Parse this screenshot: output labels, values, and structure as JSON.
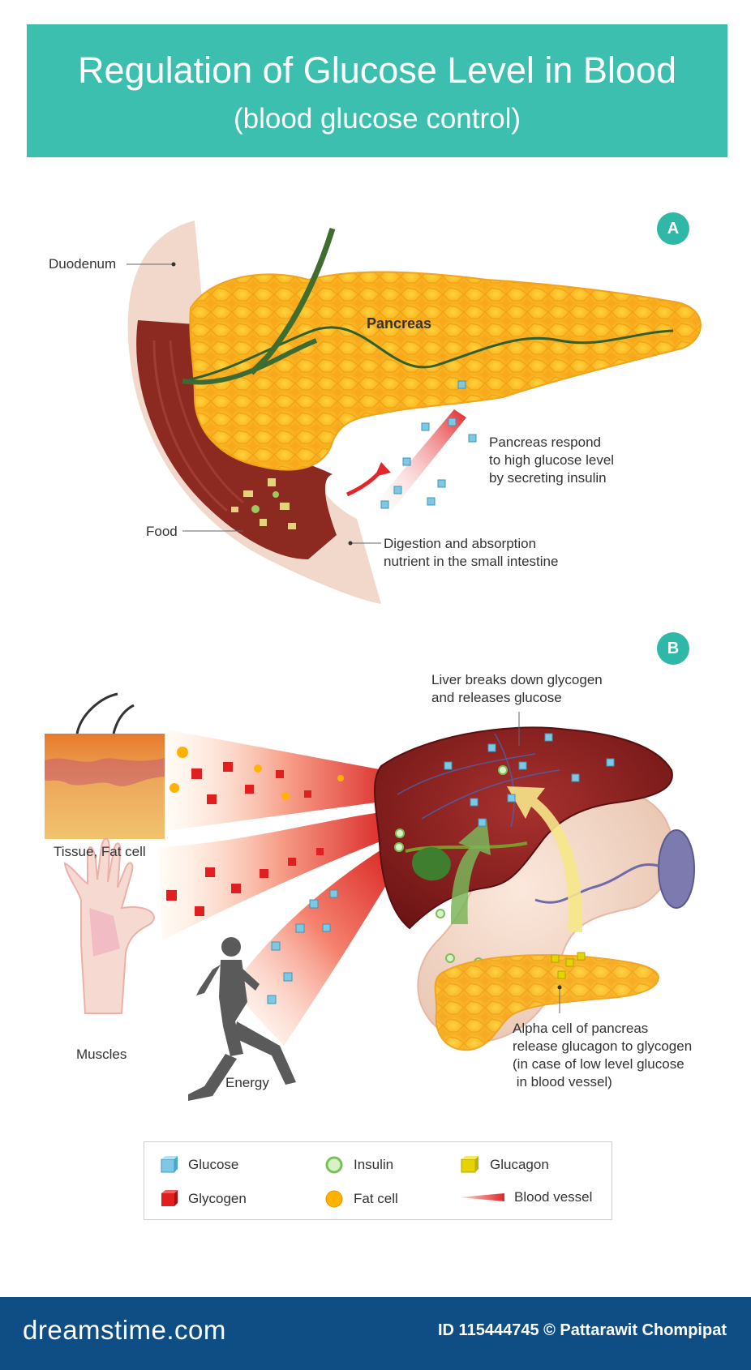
{
  "header": {
    "title": "Regulation of Glucose Level in Blood",
    "subtitle": "(blood glucose control)"
  },
  "panel_a": {
    "badge": "A",
    "labels": {
      "duodenum": "Duodenum",
      "pancreas": "Pancreas",
      "food": "Food",
      "pancreas_respond": [
        "Pancreas respond",
        "to high glucose level",
        "by secreting insulin"
      ],
      "digestion": [
        "Digestion and absorption",
        "nutrient in the small intestine"
      ]
    }
  },
  "panel_b": {
    "badge": "B",
    "labels": {
      "liver": [
        "Liver breaks down glycogen",
        "and releases glucose"
      ],
      "tissue": "Tissue, Fat cell",
      "muscles": "Muscles",
      "energy": "Energy",
      "alpha": [
        "Alpha cell of pancreas",
        "release glucagon to glycogen",
        "(in case of low level glucose",
        " in blood vessel)"
      ]
    }
  },
  "legend": {
    "glucose": "Glucose",
    "insulin": "Insulin",
    "glucagon": "Glucagon",
    "glycogen": "Glycogen",
    "fat_cell": "Fat cell",
    "blood_vessel": "Blood vessel"
  },
  "colors": {
    "banner": "#3dbfb0",
    "badge": "#2fb8a8",
    "footer": "#0f4e85",
    "glucose": "#7ec8e3",
    "glycogen": "#e02020",
    "insulin": "#9fd88a",
    "fat_cell": "#ffb300",
    "glucagon": "#e6d400"
  },
  "footer": {
    "brand": "dreamstime.com",
    "credit": "ID 115444745 © Pattarawit Chompipat"
  }
}
